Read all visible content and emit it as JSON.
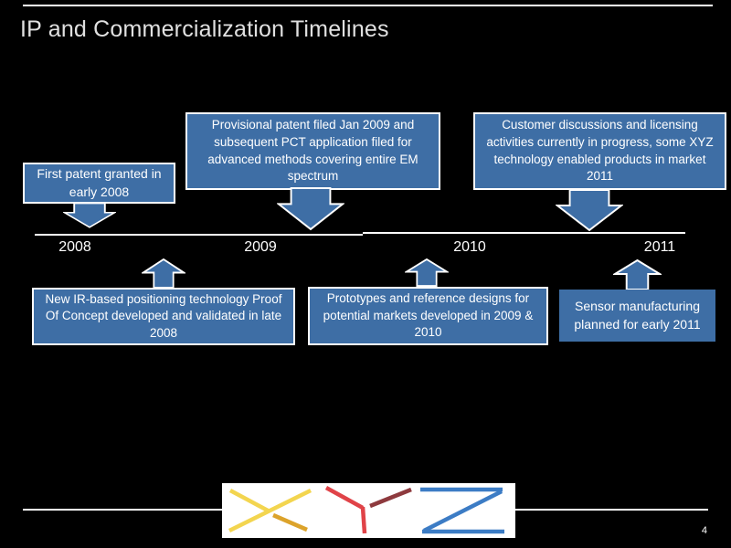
{
  "slide": {
    "title": "IP and Commercialization Timelines",
    "page_number": "4"
  },
  "timeline": {
    "years": [
      "2008",
      "2009",
      "2010",
      "2011"
    ]
  },
  "callouts": {
    "top": [
      {
        "text": "First patent granted in early 2008"
      },
      {
        "text": "Provisional patent filed Jan 2009 and subsequent PCT application filed for advanced methods covering entire EM spectrum"
      },
      {
        "text": "Customer discussions and licensing activities currently in progress, some XYZ technology enabled products in market 2011"
      }
    ],
    "bottom": [
      {
        "text": "New IR-based positioning technology Proof Of Concept developed and validated in late 2008"
      },
      {
        "text": "Prototypes and reference designs for potential markets developed in 2009 & 2010"
      },
      {
        "text": "Sensor manufacturing planned for early 2011"
      }
    ]
  },
  "logo": {
    "text": "XYZ",
    "colors": {
      "x_light_yellow": "#F3D54F",
      "x_dark_gold": "#DCA32B",
      "y_red": "#E04348",
      "y_dark_red": "#8E3A3E",
      "z_blue": "#3C7CC5"
    }
  },
  "colors": {
    "background": "#000000",
    "callout_fill": "#3E6EA5",
    "callout_border": "#FFFFFF",
    "timeline_line": "#FFFFFF",
    "title_text": "#E0E0E0"
  }
}
